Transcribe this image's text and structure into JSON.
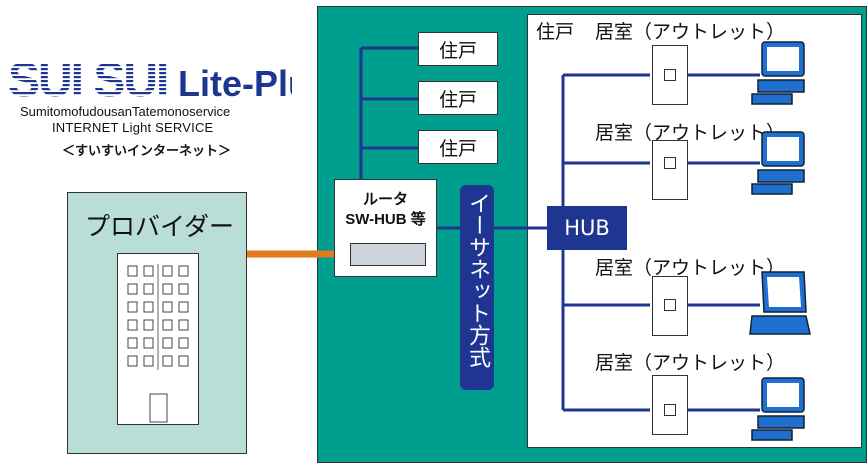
{
  "logo": {
    "title": "SUI SUI Lite-Plus",
    "subtitle": "SumitomofudousanTatemonoservice",
    "service": "INTERNET Light SERVICE",
    "tagline": "＜すいすいインターネット＞"
  },
  "provider": {
    "label": "プロバイダー"
  },
  "units": [
    "住戸",
    "住戸",
    "住戸"
  ],
  "house": {
    "label": "住戸"
  },
  "router": {
    "line1": "ルータ",
    "line2": "SW-HUB 等"
  },
  "ethernet": {
    "label": "イーサネット方式"
  },
  "hub": {
    "label": "HUB"
  },
  "rooms": [
    {
      "label": "居室（アウトレット）",
      "device": "desktop-pc"
    },
    {
      "label": "居室（アウトレット）",
      "device": "desktop-pc"
    },
    {
      "label": "居室（アウトレット）",
      "device": "laptop"
    },
    {
      "label": "居室（アウトレット）",
      "device": "desktop-pc"
    }
  ],
  "colors": {
    "panel": "#009e8f",
    "provider": "#b9ded7",
    "network_blue": "#1f3592",
    "uplink_orange": "#e07a1c"
  }
}
